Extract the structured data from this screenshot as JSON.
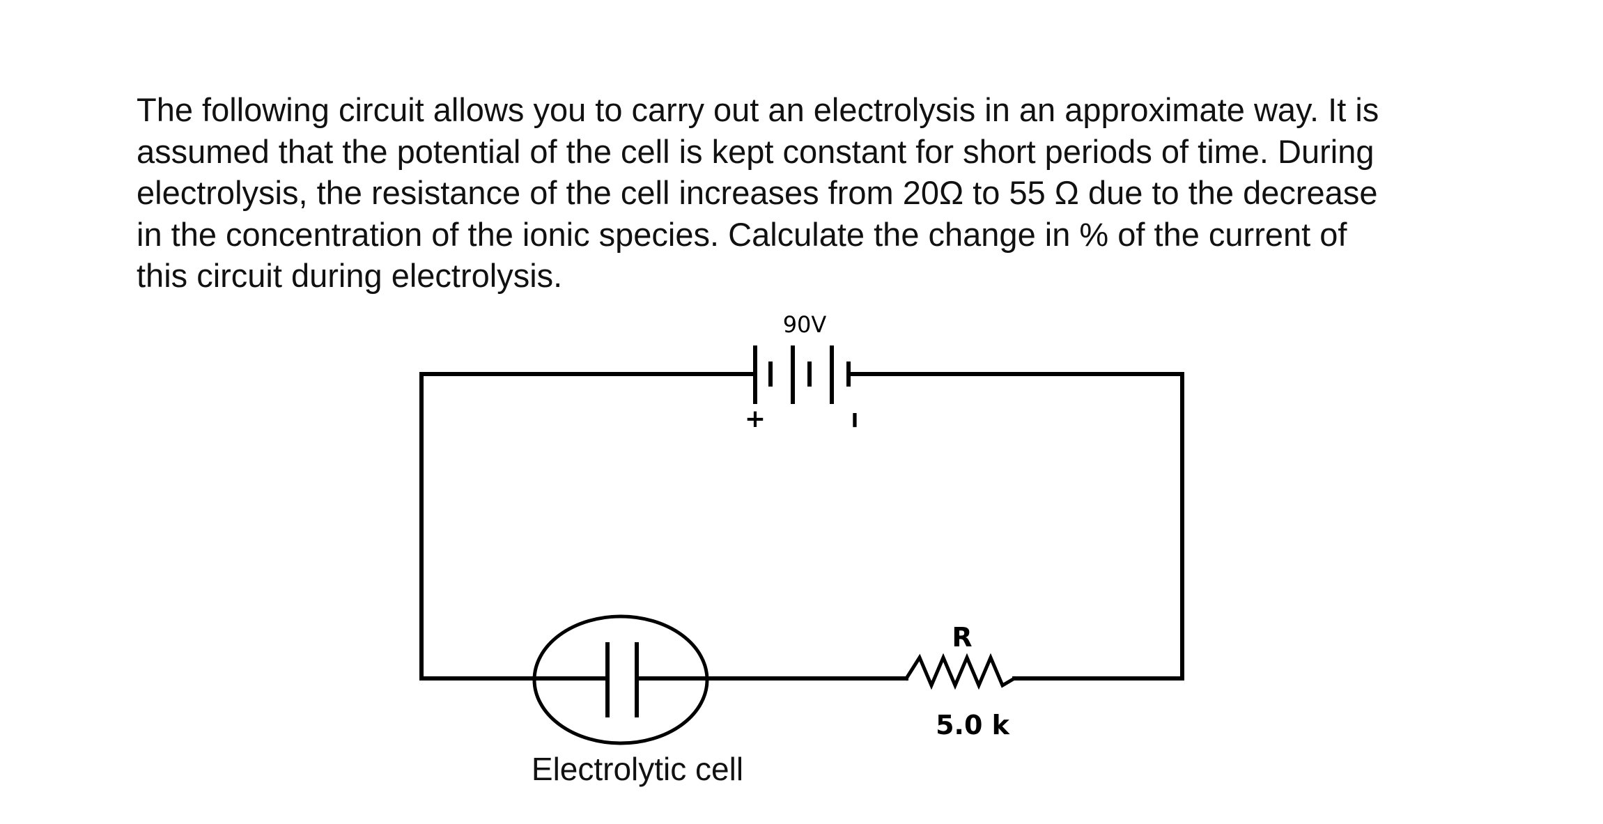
{
  "problem": {
    "text": "The following circuit allows you to carry out an electrolysis in an approximate way. It is\nassumed that the potential of the cell is kept constant for short periods of time. During\nelectrolysis, the resistance of the cell increases from 20Ω to 55 Ω due to the decrease\nin the concentration of the ionic species. Calculate the change in % of the current of\nthis circuit during electrolysis."
  },
  "circuit": {
    "battery": {
      "voltage_label": "90V",
      "positive_label": "+",
      "negative_label": "I"
    },
    "resistor": {
      "name_label": "R",
      "value_label": "5.0 k"
    },
    "cell": {
      "label": "Electrolytic cell"
    }
  }
}
